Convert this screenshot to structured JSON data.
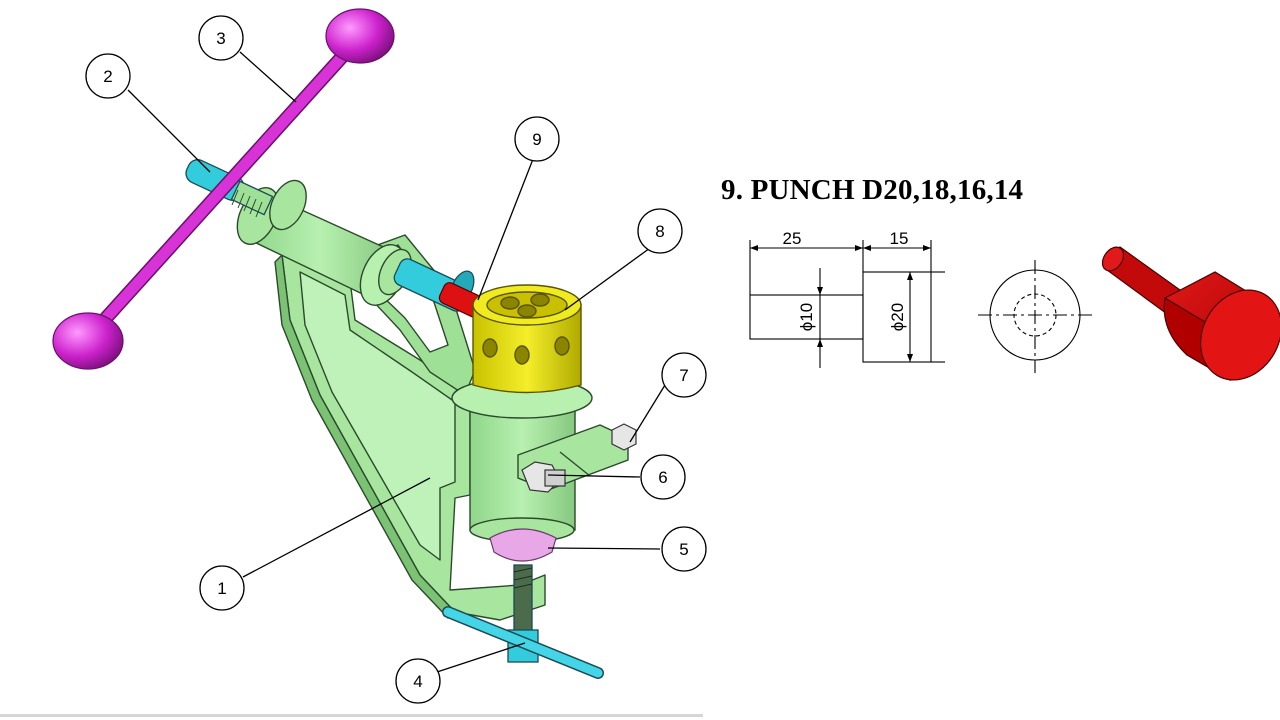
{
  "part_heading": "9. PUNCH D20,18,16,14",
  "callouts": [
    {
      "number": "1",
      "part": "frame"
    },
    {
      "number": "2",
      "part": "screw"
    },
    {
      "number": "3",
      "part": "handle-bar"
    },
    {
      "number": "4",
      "part": "t-handle"
    },
    {
      "number": "5",
      "part": "die"
    },
    {
      "number": "6",
      "part": "bolt"
    },
    {
      "number": "7",
      "part": "nut"
    },
    {
      "number": "8",
      "part": "punch-holder"
    },
    {
      "number": "9",
      "part": "punch"
    }
  ],
  "dimensions": {
    "shank_length": "25",
    "head_length": "15",
    "shank_diameter": "ϕ10",
    "head_diameter": "ϕ20"
  },
  "colors": {
    "frame": "#a8e6a0",
    "handle": "#cc22cc",
    "screw": "#33ccdd",
    "punch_holder": "#e8e000",
    "punch": "#cc1111",
    "die": "#e8a8e8"
  }
}
